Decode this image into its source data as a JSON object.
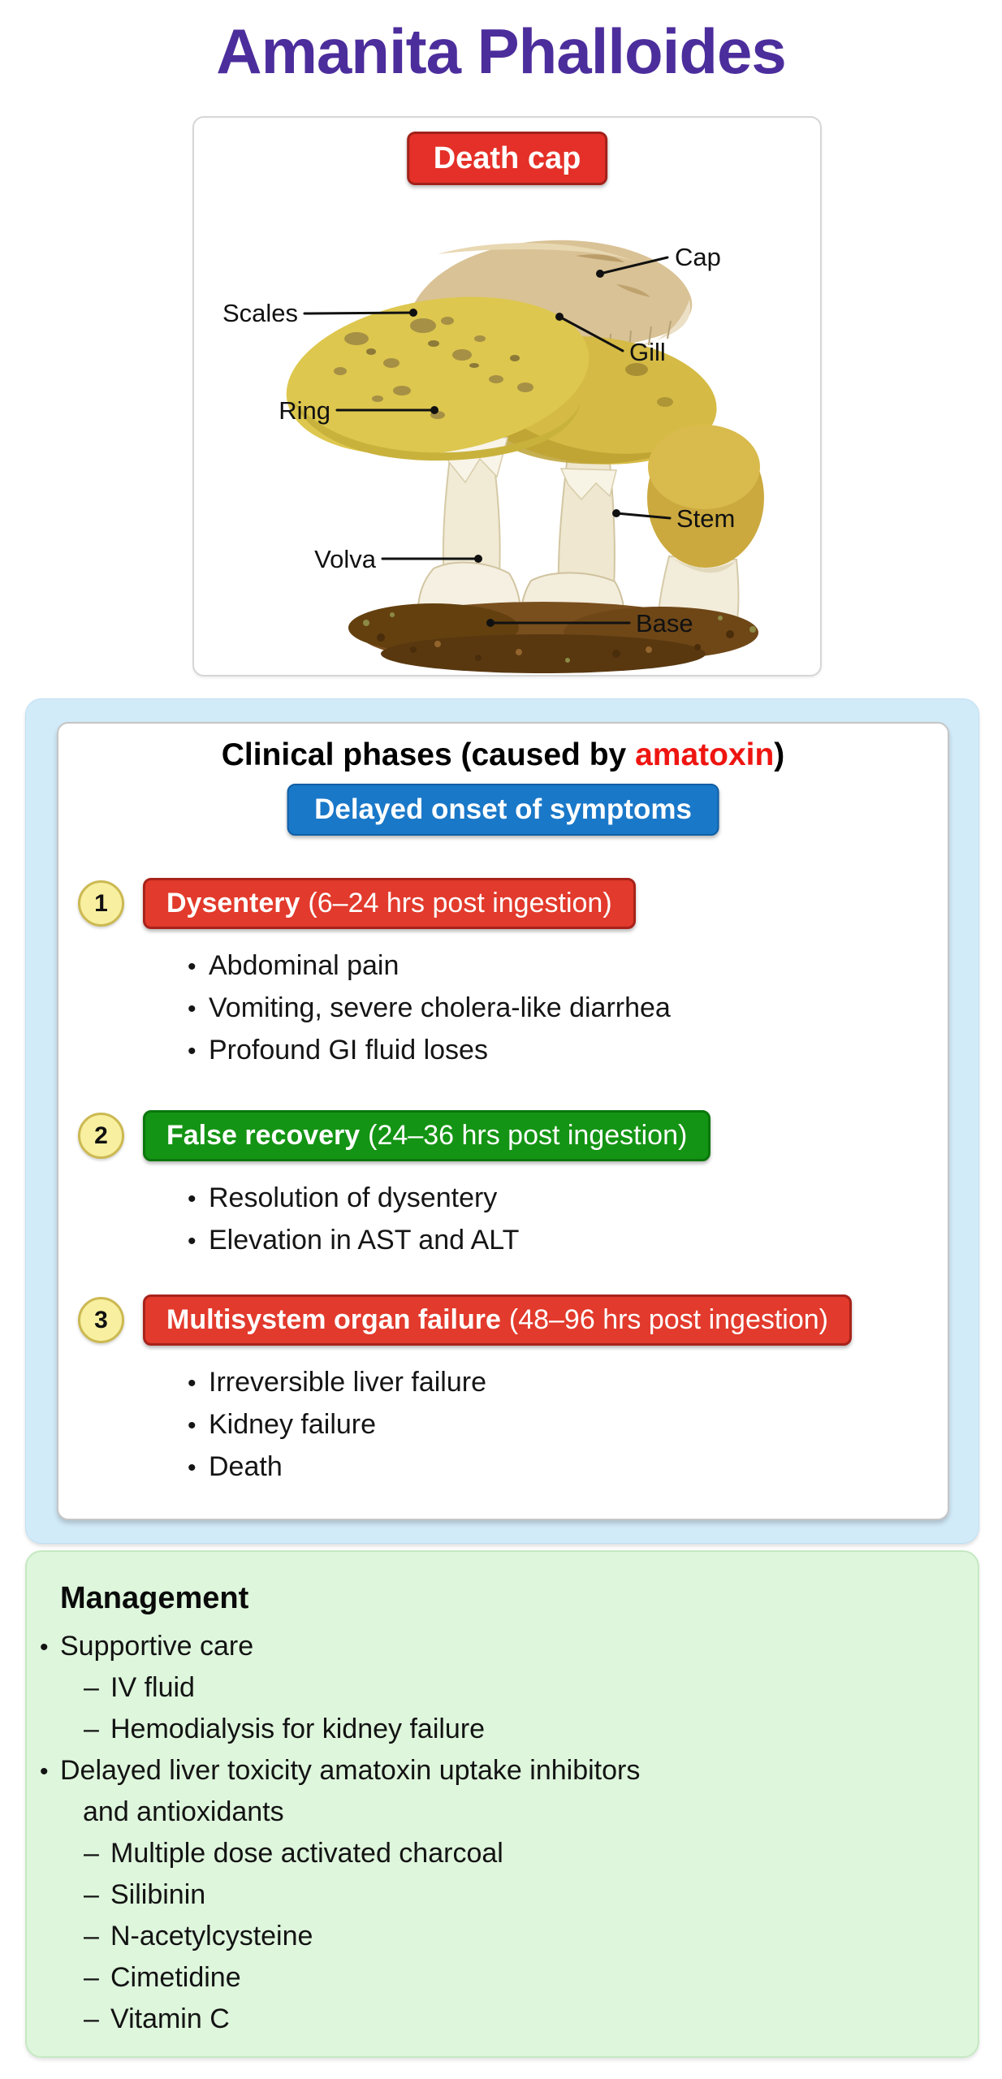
{
  "page": {
    "title": "Amanita Phalloides"
  },
  "specimen_panel": {
    "badge": "Death cap",
    "labels": {
      "cap": "Cap",
      "scales": "Scales",
      "gill": "Gill",
      "ring": "Ring",
      "stem": "Stem",
      "volva": "Volva",
      "base": "Base"
    }
  },
  "clinical": {
    "title_prefix": "Clinical phases (caused by ",
    "title_highlight": "amatoxin",
    "title_suffix": ")",
    "subtitle_badge": "Delayed onset of symptoms",
    "phases": [
      {
        "number": "1",
        "title": "Dysentery",
        "timing": "(6–24 hrs post ingestion)",
        "color": "#e23a2c",
        "bullets": [
          "Abdominal pain",
          "Vomiting, severe cholera-like diarrhea",
          "Profound GI fluid loses"
        ]
      },
      {
        "number": "2",
        "title": "False recovery",
        "timing": "(24–36 hrs post ingestion)",
        "color": "#149414",
        "bullets": [
          "Resolution of dysentery",
          "Elevation in AST and ALT"
        ]
      },
      {
        "number": "3",
        "title": "Multisystem organ failure",
        "timing": "(48–96 hrs post ingestion)",
        "color": "#e23a2c",
        "bullets": [
          "Irreversible liver failure",
          "Kidney failure",
          "Death"
        ]
      }
    ]
  },
  "management": {
    "heading": "Management",
    "items": [
      {
        "level": 1,
        "text": "Supportive care"
      },
      {
        "level": 2,
        "text": "IV fluid"
      },
      {
        "level": 2,
        "text": "Hemodialysis for kidney failure"
      },
      {
        "level": 1,
        "text": "Delayed liver toxicity amatoxin uptake inhibitors",
        "text2": "and antioxidants"
      },
      {
        "level": 2,
        "text": "Multiple dose activated charcoal"
      },
      {
        "level": 2,
        "text": "Silibinin"
      },
      {
        "level": 2,
        "text": "N-acetylcysteine"
      },
      {
        "level": 2,
        "text": "Cimetidine"
      },
      {
        "level": 2,
        "text": "Vitamin C"
      }
    ]
  },
  "glyphs": {
    "dot": "•",
    "dash": "–"
  },
  "colors": {
    "title_purple": "#4c2d9c",
    "highlight_red": "#ee1511",
    "badge_red": "#e23a2c",
    "badge_red_border": "#a8221a",
    "badge_green": "#149414",
    "badge_green_border": "#0b770d",
    "badge_blue": "#1a78c8",
    "badge_blue_border": "#115fa5",
    "number_circle_fill": "#f8f0a0",
    "number_circle_border": "#ccb952",
    "clinical_panel_bg": "#d2ebf9",
    "management_panel_bg": "#def6dc"
  }
}
